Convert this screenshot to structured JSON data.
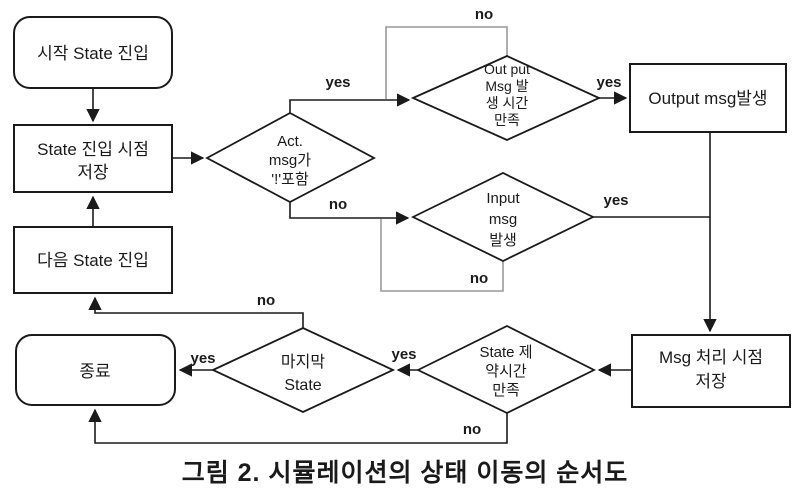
{
  "diagram": {
    "type": "flowchart",
    "caption": "그림 2. 시뮬레이션의 상태 이동의 순서도",
    "colors": {
      "line": "#1a1a1a",
      "loop_line": "#999999",
      "background": "#ffffff",
      "text": "#1a1a1a"
    },
    "nodes": {
      "start": {
        "shape": "rounded-rect",
        "lines": [
          "시작 State 진입"
        ]
      },
      "save_entry": {
        "shape": "rect",
        "lines": [
          "State 진입 시점",
          "저장"
        ]
      },
      "next_state": {
        "shape": "rect",
        "lines": [
          "다음 State 진입"
        ]
      },
      "end": {
        "shape": "rounded-rect",
        "lines": [
          "종료"
        ]
      },
      "output_msg": {
        "shape": "rect",
        "lines": [
          "Output msg발생"
        ]
      },
      "msg_save": {
        "shape": "rect",
        "lines": [
          "Msg 처리 시점",
          "저장"
        ]
      },
      "act_check": {
        "shape": "diamond",
        "lines": [
          "Act.",
          "msg가",
          "'!'포함"
        ]
      },
      "output_check": {
        "shape": "diamond",
        "lines": [
          "Out put",
          "Msg 발",
          "생 시간",
          "만족"
        ]
      },
      "input_check": {
        "shape": "diamond",
        "lines": [
          "Input",
          "msg",
          "발생"
        ]
      },
      "constraint_check": {
        "shape": "diamond",
        "lines": [
          "State 제",
          "약시간",
          "만족"
        ]
      },
      "last_state_check": {
        "shape": "diamond",
        "lines": [
          "마지막",
          "State"
        ]
      }
    },
    "edge_labels": {
      "yes_act_to_output_check": "yes",
      "no_output_check_loop": "no",
      "yes_output_check_to_box": "yes",
      "no_act_to_input_check": "no",
      "yes_input_check": "yes",
      "no_input_check_loop": "no",
      "yes_constraint_to_last": "yes",
      "no_constraint_to_end": "no",
      "yes_last_to_end": "yes",
      "no_last_to_next": "no"
    }
  }
}
